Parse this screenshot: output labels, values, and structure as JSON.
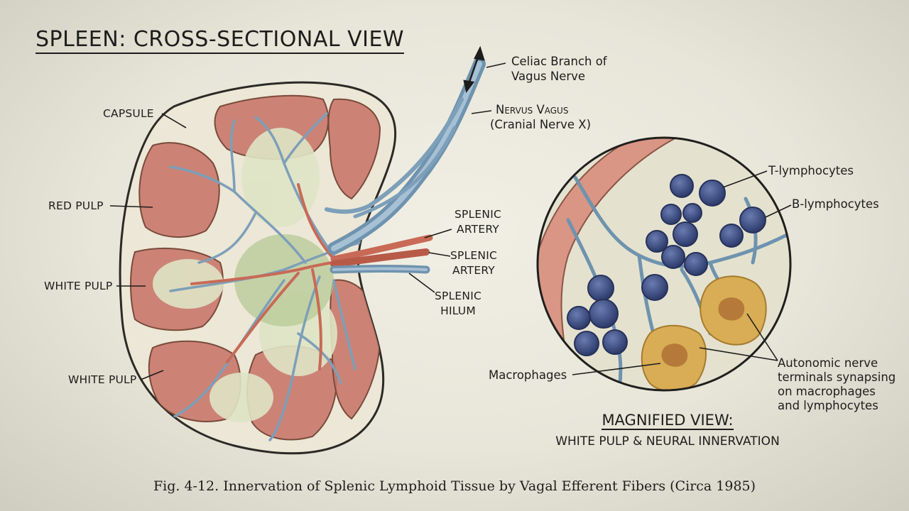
{
  "title": "SPLEEN: CROSS-SECTIONAL VIEW",
  "labels": {
    "capsule": "CAPSULE",
    "red_pulp": "RED PULP",
    "white_pulp_1": "WHITE PULP",
    "white_pulp_2": "WHITE PULP",
    "celiac_line1": "Celiac Branch of",
    "celiac_line2": "Vagus Nerve",
    "vagus_line1": "Nervus Vagus",
    "vagus_line2": "(Cranial Nerve X)",
    "artery1_line1": "SPLENIC",
    "artery1_line2": "ARTERY",
    "artery2_line1": "SPLENIC",
    "artery2_line2": "ARTERY",
    "hilum_line1": "SPLENIC",
    "hilum_line2": "HILUM",
    "t_lymph": "T-lymphocytes",
    "b_lymph": "B-lymphocytes",
    "macrophages": "Macrophages",
    "auto_line1": "Autonomic nerve",
    "auto_line2": "terminals synapsing",
    "auto_line3": "on macrophages",
    "auto_line4": "and lymphocytes"
  },
  "magnified": {
    "title": "MAGNIFIED VIEW:",
    "subtitle": "WHITE PULP & NEURAL INNERVATION"
  },
  "caption": "Fig. 4-12. Innervation of Splenic Lymphoid Tissue by Vagal Efferent Fibers (Circa 1985)",
  "colors": {
    "red_pulp": "#c9786a",
    "white_pulp": "#d9dfbf",
    "nerve": "#7d9fb9",
    "artery": "#c86a56",
    "lymphocyte": "#3f4f80",
    "macrophage": "#d9ad55",
    "ink": "#1d1d1b"
  }
}
